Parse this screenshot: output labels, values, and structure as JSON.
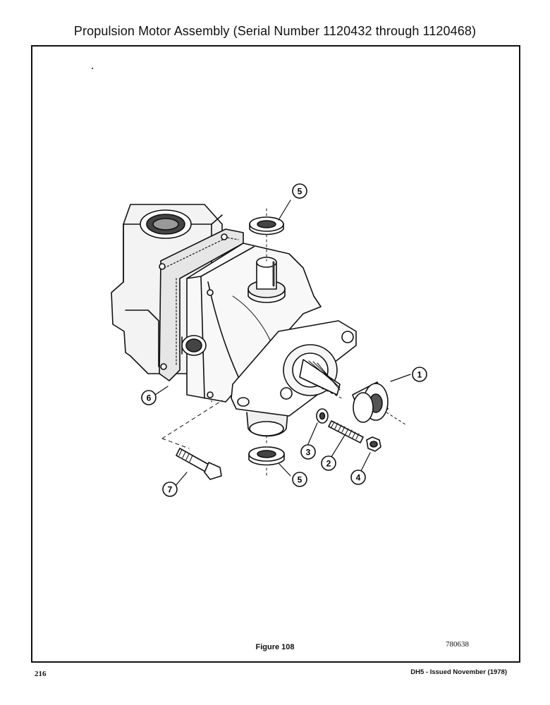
{
  "page": {
    "title": "Propulsion Motor Assembly (Serial Number 1120432 through 1120468)",
    "figure_caption": "Figure 108",
    "figure_ref": "780638",
    "page_number": "216",
    "footer_text": "DH5 - Issued November (1978)"
  },
  "callouts": [
    "1",
    "2",
    "3",
    "4",
    "5",
    "5",
    "6",
    "7"
  ]
}
